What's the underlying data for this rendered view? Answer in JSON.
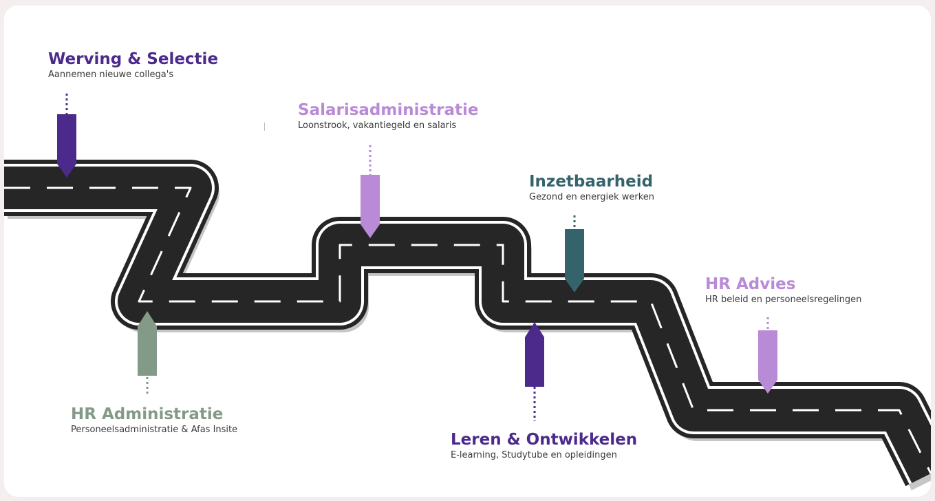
{
  "steps": [
    {
      "title": "Werving & Selectie",
      "subtitle": "Aannemen nieuwe collega's",
      "color": "#4b2a8c"
    },
    {
      "title": "HR Administratie",
      "subtitle": "Personeelsadministratie & Afas Insite",
      "color": "#849a89"
    },
    {
      "title": "Salarisadministratie",
      "subtitle": "Loonstrook, vakantiegeld en salaris",
      "color": "#b98ad6"
    },
    {
      "title": "Leren & Ontwikkelen",
      "subtitle": "E-learning, Studytube en opleidingen",
      "color": "#4b2a8c"
    },
    {
      "title": "Inzetbaarheid",
      "subtitle": "Gezond en energiek werken",
      "color": "#34636b"
    },
    {
      "title": "HR Advies",
      "subtitle": "HR beleid en personeelsregelingen",
      "color": "#b98ad6"
    }
  ],
  "colors": {
    "road": "#262626",
    "lane": "#ffffff",
    "background": "#ffffff"
  }
}
